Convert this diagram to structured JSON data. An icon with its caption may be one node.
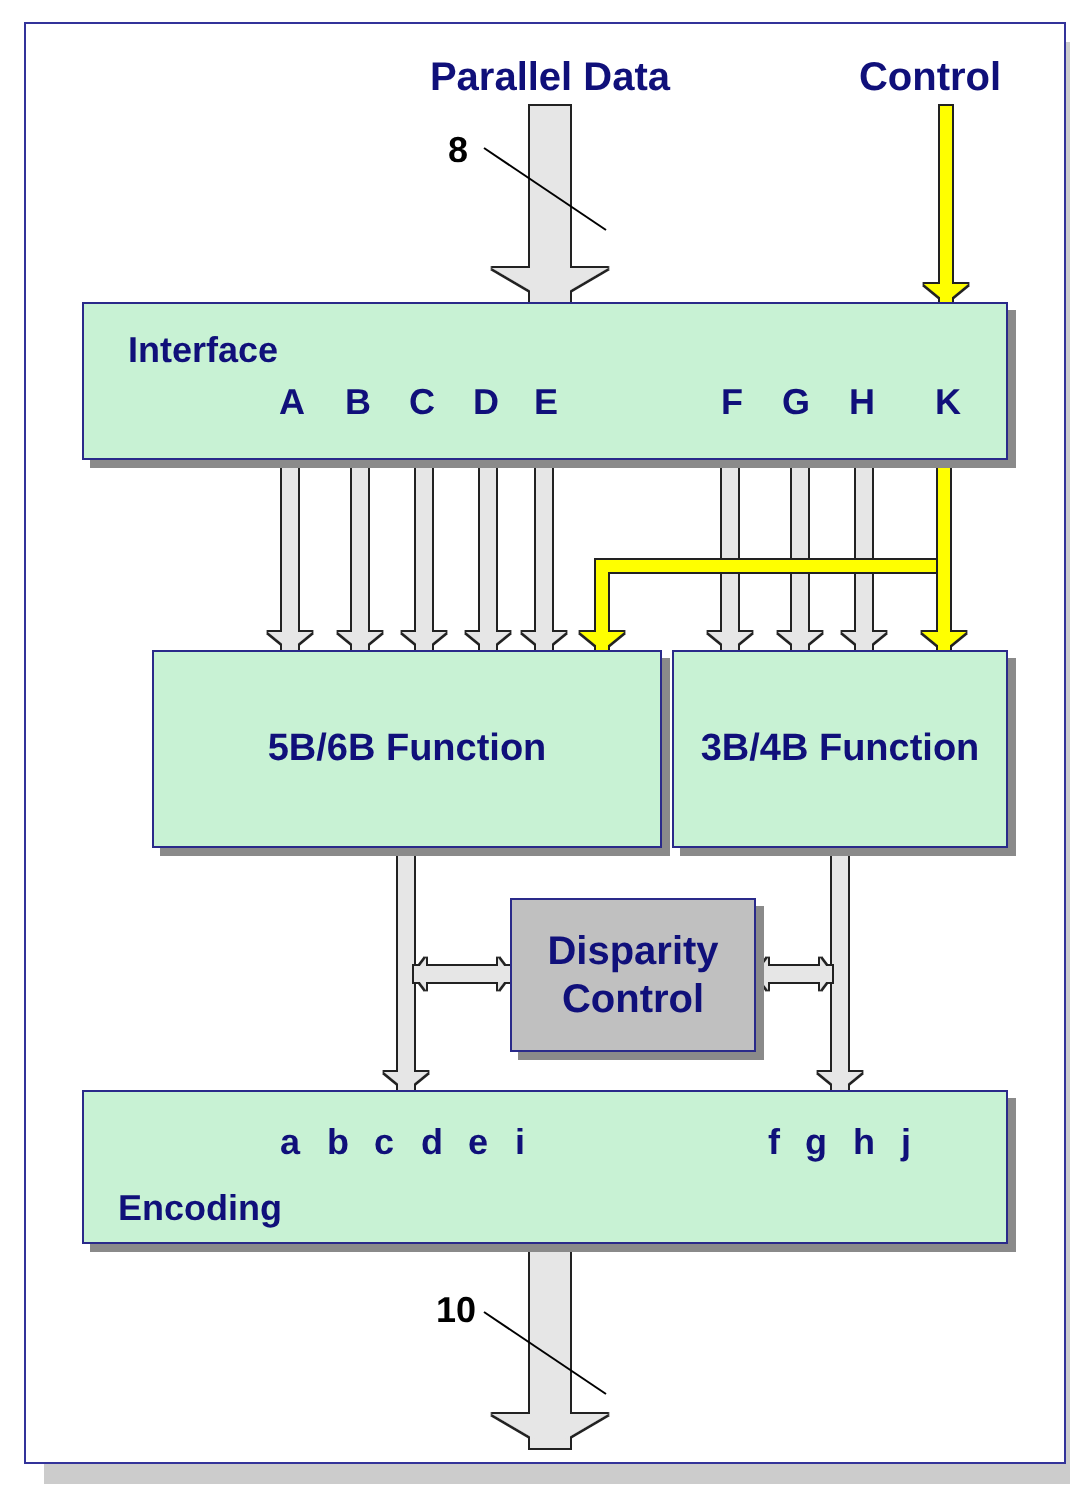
{
  "diagram": {
    "nodes": [
      {
        "text": [
          "Parallel Data"
        ]
      },
      {
        "text": [
          "Control"
        ]
      },
      {
        "text": [
          "Interface"
        ]
      },
      {
        "text": [
          "5B/6B Function"
        ]
      },
      {
        "text": [
          "3B/4B Function"
        ]
      },
      {
        "text": [
          "Disparity Control"
        ]
      },
      {
        "text": [
          "Encoding"
        ]
      }
    ],
    "edges": [
      {
        "from": 0,
        "to": 2,
        "arrow": "to",
        "style": "thick"
      },
      {
        "from": 1,
        "to": 2,
        "arrow": "to",
        "color": "#ffff00"
      },
      {
        "from": 2,
        "to": 3,
        "arrow": "to"
      },
      {
        "from": 2,
        "to": 3,
        "arrow": "to"
      },
      {
        "from": 2,
        "to": 3,
        "arrow": "to"
      },
      {
        "from": 2,
        "to": 3,
        "arrow": "to"
      },
      {
        "from": 2,
        "to": 3,
        "arrow": "to"
      },
      {
        "from": 2,
        "to": 4,
        "arrow": "to"
      },
      {
        "from": 2,
        "to": 4,
        "arrow": "to"
      },
      {
        "from": 2,
        "to": 4,
        "arrow": "to"
      },
      {
        "from": 2,
        "to": 3,
        "arrow": "to",
        "color": "#ffff00"
      },
      {
        "from": 2,
        "to": 4,
        "arrow": "to",
        "color": "#ffff00"
      },
      {
        "from": 3,
        "to": 6,
        "arrow": "to"
      },
      {
        "from": 4,
        "to": 6,
        "arrow": "to"
      },
      {
        "from": null,
        "to": 5,
        "arrow": "both"
      },
      {
        "from": 5,
        "to": null,
        "arrow": "both"
      },
      {
        "from": 6,
        "to": null,
        "arrow": "to",
        "style": "thick"
      }
    ],
    "labels": [
      "8",
      "A",
      "B",
      "C",
      "D",
      "E",
      "F",
      "G",
      "H",
      "K",
      "a",
      "b",
      "c",
      "d",
      "e",
      "i",
      "f",
      "g",
      "h",
      "j",
      "10"
    ]
  }
}
